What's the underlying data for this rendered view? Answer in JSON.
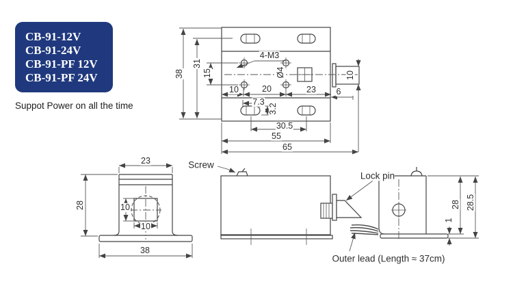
{
  "panel": {
    "models": [
      "CB-91-12V",
      "CB-91-24V",
      "CB-91-PF 12V",
      "CB-91-PF 24V"
    ],
    "bg_color": "#20397e",
    "text_color": "#ffffff"
  },
  "note": "Suppot Power on all the time",
  "labels": {
    "screw": "Screw",
    "lock_pin": "Lock pin",
    "outer_lead": "Outer lead (Length ≈ 37cm)"
  },
  "top_view": {
    "thread_callout": "4-M3",
    "hole_diameter": "Ø4",
    "overall_length": "65",
    "body_length": "55",
    "slot_span": "30.5",
    "slot_length": "7.3",
    "slot_width": "3.2",
    "pitch_left": "10",
    "pitch_center": "20",
    "pitch_right": "23",
    "plunger_length": "6",
    "plunger_height": "10",
    "overall_height": "38",
    "slot_height": "31",
    "hole_pitch_v": "15"
  },
  "front_view": {
    "top_width": "23",
    "height": "28",
    "base_width": "38",
    "square_height": "10",
    "square_width": "10"
  },
  "right_view": {
    "inner_height": "28",
    "overall_height": "28.5",
    "base_thickness": "1"
  }
}
